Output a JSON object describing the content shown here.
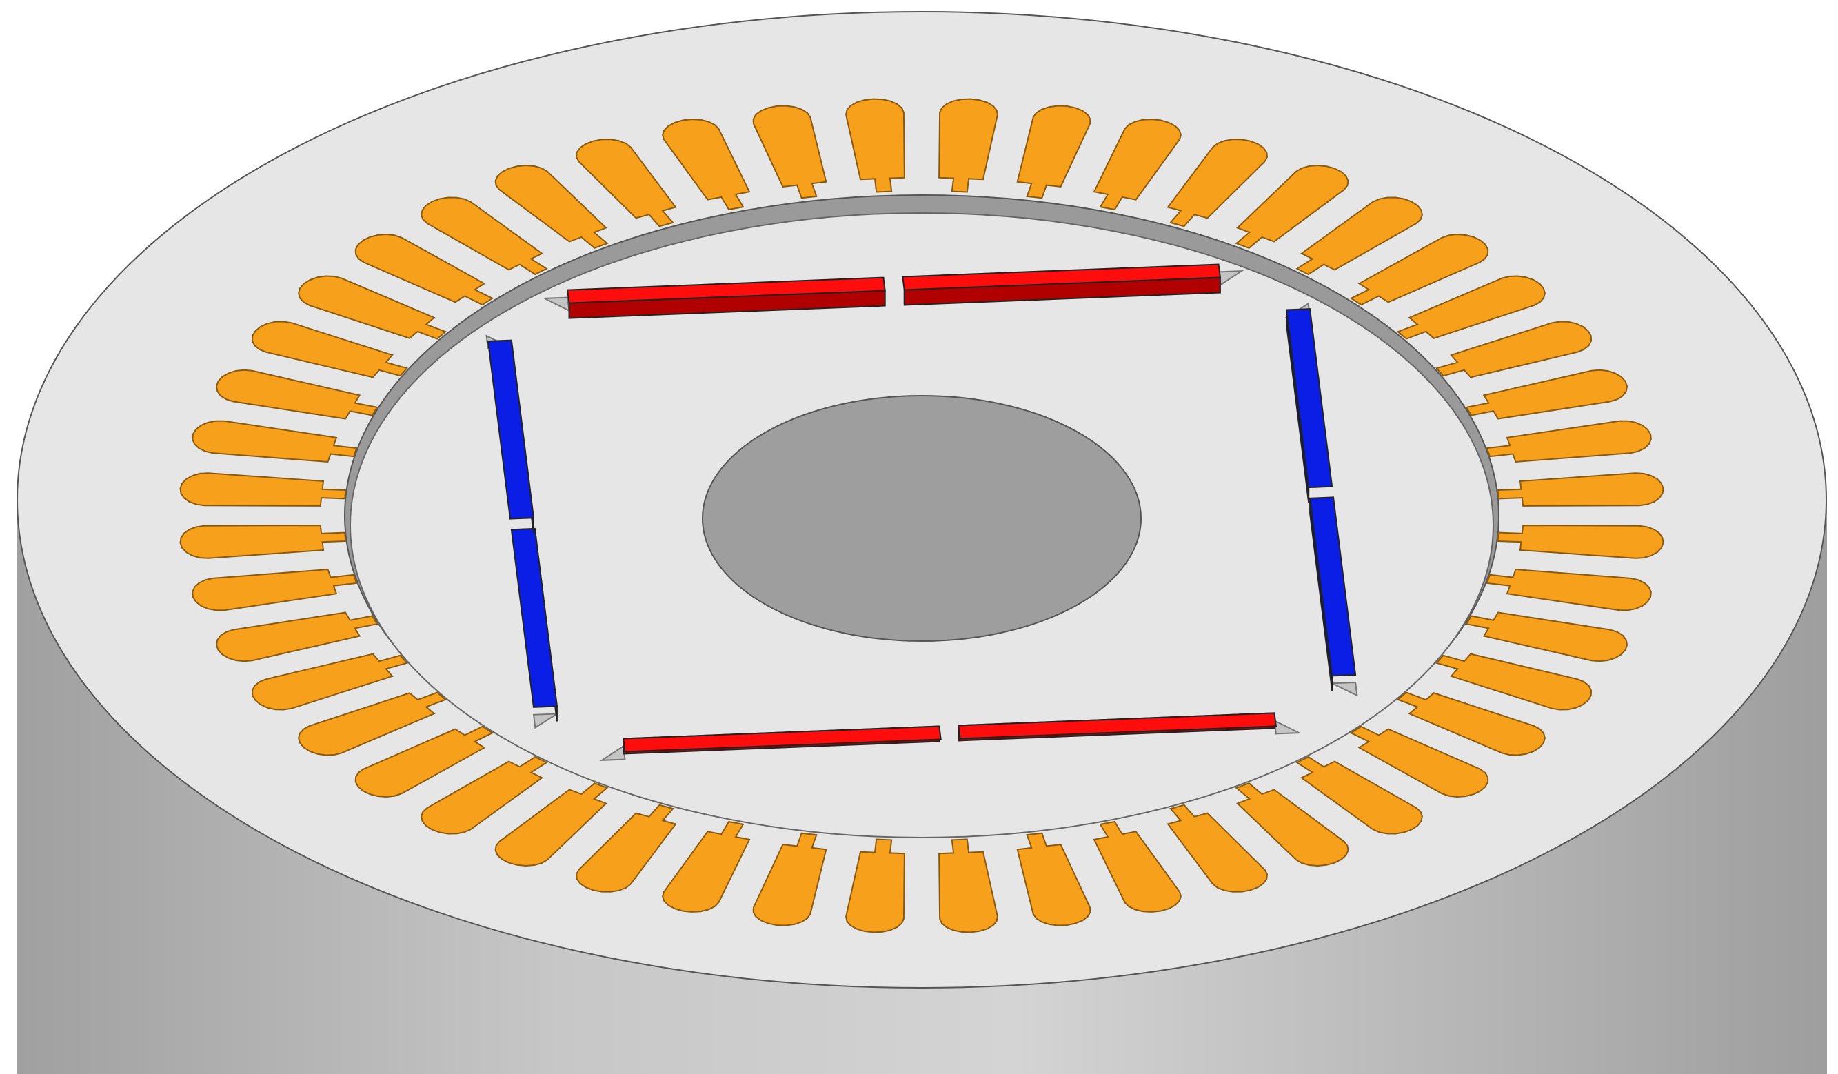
{
  "diagram": {
    "kind": "motor-cross-section-3d",
    "stator_slot_count": 48,
    "magnet_pole_count": 4,
    "magnet_segments_per_pole": 2,
    "pole_polarity_order": [
      "N",
      "S",
      "N",
      "S"
    ],
    "colors": {
      "background": "#ffffff",
      "stator_face": "#e6e6e6",
      "stator_side_light": "#c9c9c9",
      "stator_side_dark": "#a8a8a8",
      "air_gap": "#9a9a9a",
      "rotor_face": "#e6e6e6",
      "shaft": "#9e9e9e",
      "winding": "#f7a01c",
      "winding_edge": "#8a5a10",
      "magnet_north": "#ff0d0d",
      "magnet_north_dark": "#b00000",
      "magnet_south": "#0a1ee6",
      "magnet_south_dark": "#00108a",
      "outline": "#555555"
    }
  }
}
